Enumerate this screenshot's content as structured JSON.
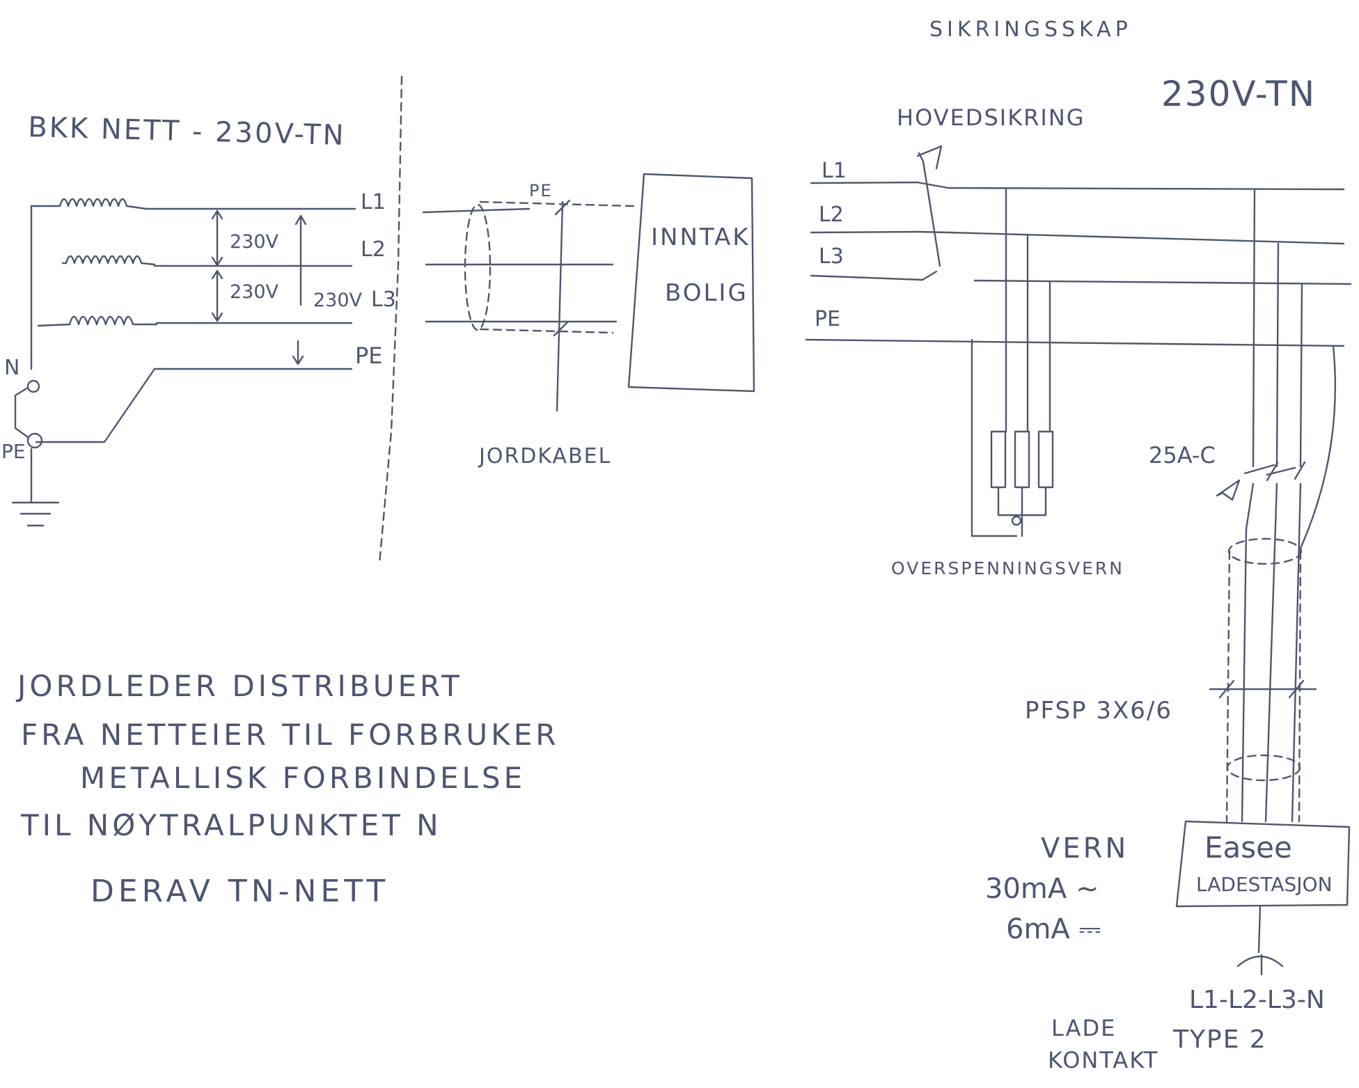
{
  "labels": {
    "sikringsskap": "SIKRINGSSKAP",
    "bkk_nett": "BKK NETT - 230V-TN",
    "voltage_right": "230V-TN",
    "hovedsikring": "HOVEDSIKRING",
    "inntak_line1": "INNTAK",
    "inntak_line2": "BOLIG",
    "pe_cable": "PE",
    "jordkabel": "JORDKABEL",
    "overspenningsvern": "OVERSPENNINGSVERN",
    "breaker": "25A-C",
    "cable": "PFSP 3X6/6",
    "vern": "VERN",
    "vern_ac": "30mA ~",
    "vern_dc": "6mA ⎓",
    "charger_brand": "Easee",
    "charger_type": "LADESTASJON",
    "plug_pins": "L1-L2-L3-N",
    "plug_type": "TYPE 2",
    "lade": "LADE",
    "kontakt": "KONTAKT",
    "neutral": "N",
    "pe_ground": "PE",
    "grid_phases": [
      "L1",
      "L2",
      "L3",
      "PE"
    ],
    "house_phases": [
      "L1",
      "L2",
      "L3",
      "PE"
    ],
    "v_l1_l2": "230V",
    "v_l2_l3": "230V",
    "v_l1_l3": "230V"
  },
  "notes": {
    "line1": "JORDLEDER DISTRIBUERT",
    "line2": "FRA NETTEIER TIL FORBRUKER",
    "line3": "METALLISK FORBINDELSE",
    "line4": "TIL NØYTRALPUNKTET N",
    "line5": "DERAV TN-NETT"
  }
}
